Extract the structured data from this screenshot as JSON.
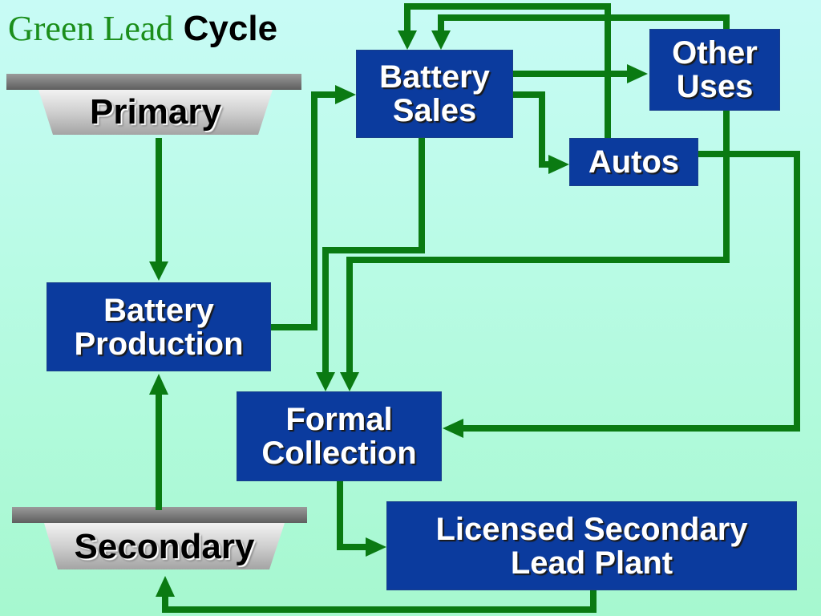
{
  "title": {
    "part1": "Green Lead",
    "part2": "Cycle"
  },
  "pedestals": {
    "primary": "Primary",
    "secondary": "Secondary"
  },
  "nodes": {
    "battery_sales": [
      "Battery",
      "Sales"
    ],
    "other_uses": [
      "Other",
      "Uses"
    ],
    "autos": "Autos",
    "battery_production": [
      "Battery",
      "Production"
    ],
    "formal_collection": [
      "Formal",
      "Collection"
    ],
    "licensed_plant": [
      "Licensed Secondary",
      "Lead Plant"
    ]
  },
  "colors": {
    "box_fill": "#0b3b9e",
    "arrow": "#0a7a12",
    "title_green": "#1b8e1b",
    "background_top": "#c8fbf6",
    "background_bottom": "#a6f8cf"
  }
}
